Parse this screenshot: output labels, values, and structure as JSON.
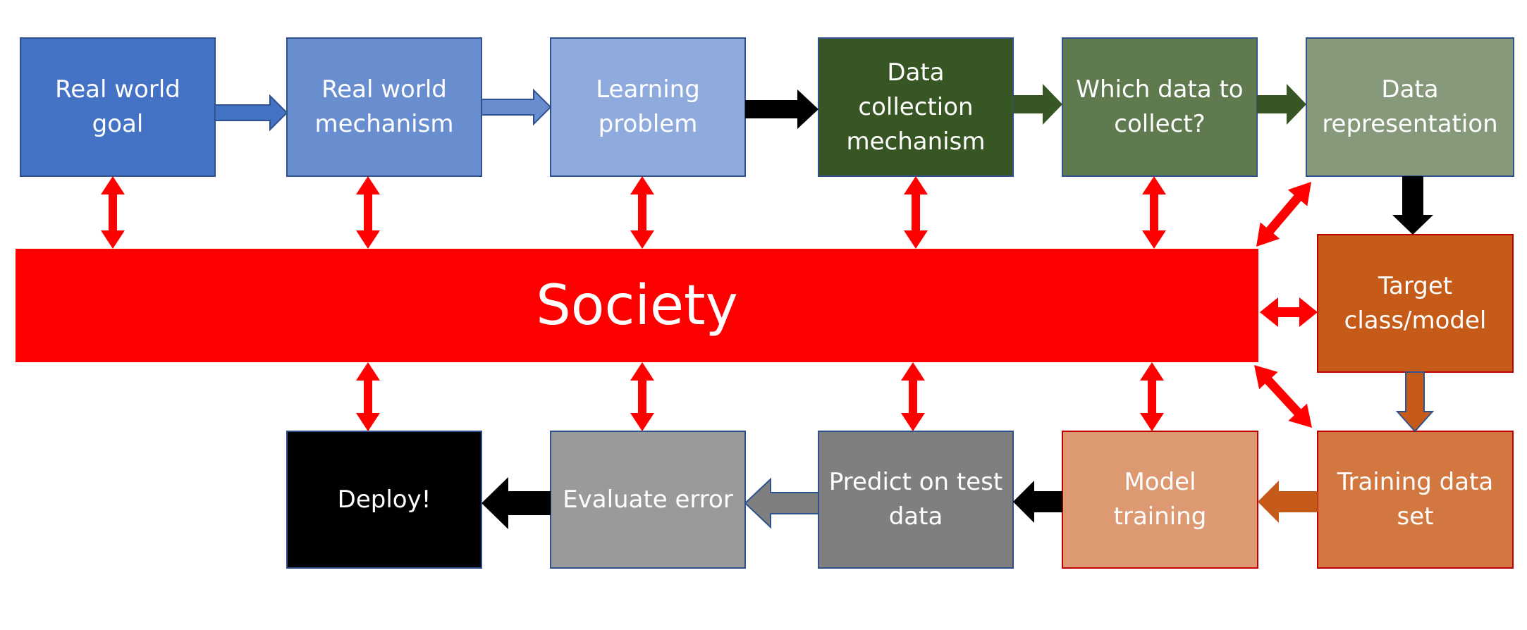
{
  "society": {
    "label": "Society",
    "color": "#ff0000"
  },
  "colors": {
    "society_arrow": "#ff0000",
    "black_arrow": "#000000"
  },
  "boxes": {
    "real_world_goal": {
      "label": "Real world\ngoal",
      "fill": "#4472c4",
      "stroke": "#2f528f"
    },
    "real_world_mechanism": {
      "label": "Real world\nmechanism",
      "fill": "#698ed0",
      "stroke": "#2f528f"
    },
    "learning_problem": {
      "label": "Learning\nproblem",
      "fill": "#8faadc",
      "stroke": "#2f528f"
    },
    "data_collection_mechanism": {
      "label": "Data\ncollection\nmechanism",
      "fill": "#375623",
      "stroke": "#2f528f"
    },
    "which_data_to_collect": {
      "label": "Which data to\ncollect?",
      "fill": "#5f7a4f",
      "stroke": "#2f528f"
    },
    "data_representation": {
      "label": "Data\nrepresentation",
      "fill": "#86997a",
      "stroke": "#2f528f"
    },
    "target_class_model": {
      "label": "Target\nclass/model",
      "fill": "#c55a19",
      "stroke": "#c00000"
    },
    "training_data_set": {
      "label": "Training data\nset",
      "fill": "#d2773f",
      "stroke": "#c00000"
    },
    "model_training": {
      "label": "Model\ntraining",
      "fill": "#dd9972",
      "stroke": "#c00000"
    },
    "predict_on_test_data": {
      "label": "Predict on test\ndata",
      "fill": "#7f7f7f",
      "stroke": "#2f528f"
    },
    "evaluate_error": {
      "label": "Evaluate error",
      "fill": "#9a9a9a",
      "stroke": "#2f528f"
    },
    "deploy": {
      "label": "Deploy!",
      "fill": "#000000",
      "stroke": "#2f528f"
    }
  }
}
